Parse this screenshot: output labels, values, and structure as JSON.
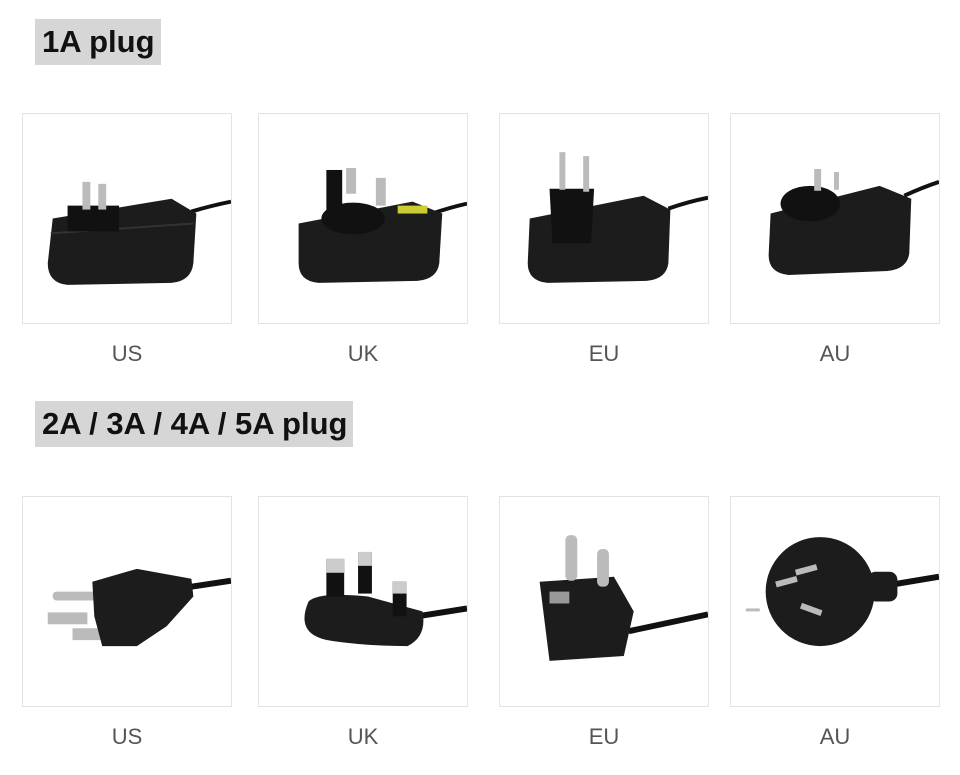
{
  "sections": [
    {
      "title": "1A plug",
      "items": [
        {
          "label": "US",
          "icon": "adapter-us-icon"
        },
        {
          "label": "UK",
          "icon": "adapter-uk-icon"
        },
        {
          "label": "EU",
          "icon": "adapter-eu-icon"
        },
        {
          "label": "AU",
          "icon": "adapter-au-icon"
        }
      ]
    },
    {
      "title": "2A / 3A / 4A / 5A plug",
      "items": [
        {
          "label": "US",
          "icon": "plug-us-icon"
        },
        {
          "label": "UK",
          "icon": "plug-uk-icon"
        },
        {
          "label": "EU",
          "icon": "plug-eu-icon"
        },
        {
          "label": "AU",
          "icon": "plug-au-icon"
        }
      ]
    }
  ]
}
